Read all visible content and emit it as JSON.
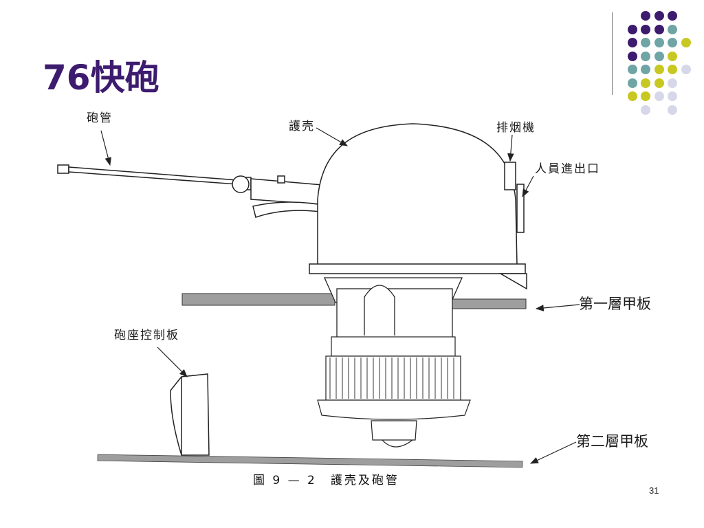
{
  "slide": {
    "title": "76快砲",
    "page_number": "31"
  },
  "figure": {
    "labels": {
      "barrel": "砲管",
      "shield": "護壳",
      "exhaust": "排烟機",
      "hatch": "人員進出口",
      "deck1": "第一層甲板",
      "control_panel": "砲座控制板",
      "deck2": "第二層甲板"
    },
    "caption": "圖 9 — 2　護壳及砲管"
  },
  "decoration": {
    "dot_colors": {
      "purple": "#3d1b6e",
      "teal": "#6fa5a5",
      "olive": "#c8c822",
      "lavender": "#d7d7ea"
    }
  }
}
